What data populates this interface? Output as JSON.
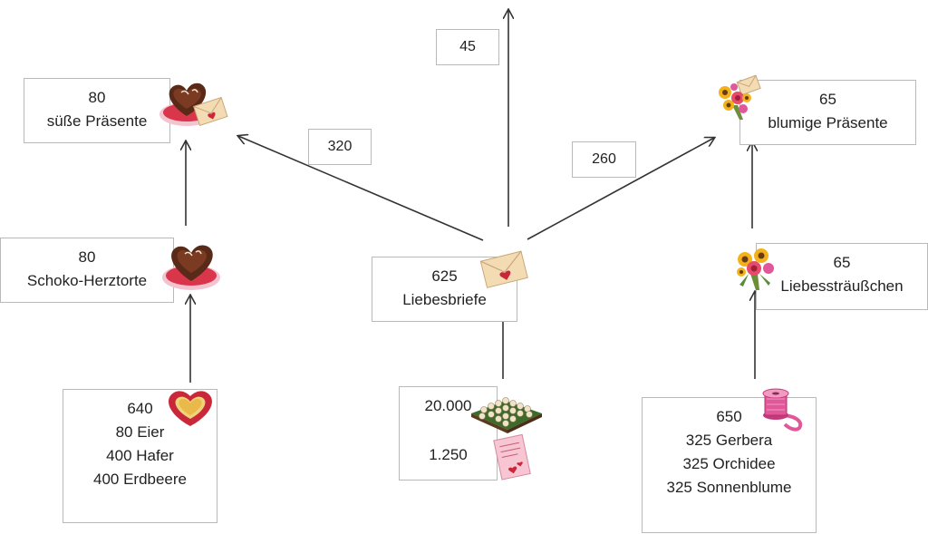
{
  "nodes": {
    "suesse_praesente": {
      "amount": "80",
      "name": "süße Präsente"
    },
    "schoko_herztorte": {
      "amount": "80",
      "name": "Schoko-Herztorte"
    },
    "zutaten_torte": {
      "amount": "640",
      "lines": [
        "80 Eier",
        "400 Hafer",
        "400 Erdbeere"
      ]
    },
    "liebesbriefe": {
      "amount": "625",
      "name": "Liebesbriefe"
    },
    "briefmaterial": {
      "line1": "20.000",
      "line2": "1.250"
    },
    "blumige_praesente": {
      "amount": "65",
      "name": "blumige Präsente"
    },
    "liebesstraeusschen": {
      "amount": "65",
      "name": "Liebessträußchen"
    },
    "zutaten_strauss": {
      "amount": "650",
      "lines": [
        "325 Gerbera",
        "325 Orchidee",
        "325 Sonnenblume"
      ]
    }
  },
  "edge_labels": {
    "up": "45",
    "to_suess": "320",
    "to_blumig": "260"
  },
  "icons": {
    "cake_letter": "chocolate-heart-cake-with-letter-icon",
    "cake": "chocolate-heart-cake-icon",
    "heart_tin": "heart-baking-tin-icon",
    "letter": "love-letter-envelope-icon",
    "flower_field": "flower-field-icon",
    "note": "love-note-paper-icon",
    "bouquet_letter": "bouquet-with-letter-icon",
    "bouquet": "sunflower-bouquet-icon",
    "ribbon": "pink-ribbon-spool-icon"
  },
  "colors": {
    "arrow": "#333333",
    "box_border": "#b9b9b9",
    "chocolate": "#5a2a18",
    "envelope": "#f3dcb4",
    "heart_red": "#c8283a",
    "sunflower": "#f2b21c",
    "ribbon_pink": "#e0579a"
  }
}
